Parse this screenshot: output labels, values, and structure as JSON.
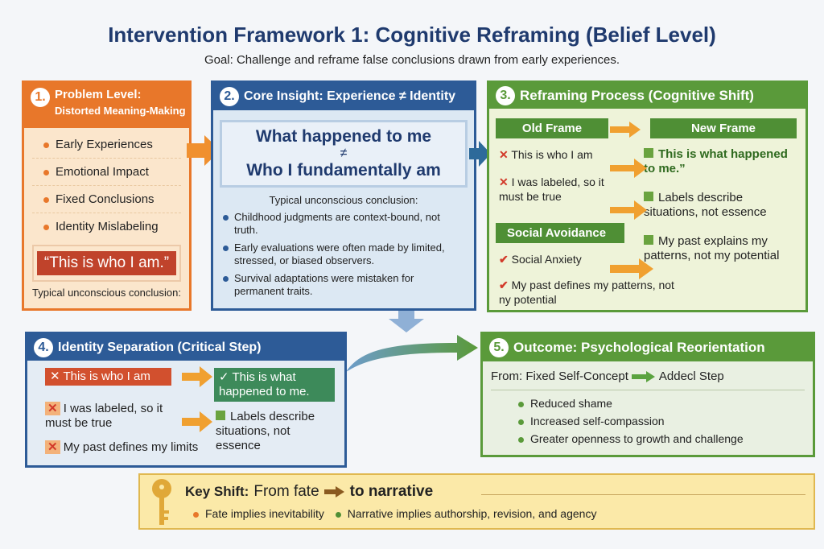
{
  "title": "Intervention Framework 1: Cognitive Reframing (Belief Level)",
  "goal": "Goal: Challenge and reframe false conclusions drawn from early experiences.",
  "panel1": {
    "num": "1.",
    "title": "Problem Level:",
    "subtitle": "Distorted Meaning-Making",
    "items": [
      "Early Experiences",
      "Emotional Impact",
      "Fixed Conclusions",
      "Identity Mislabeling"
    ],
    "quote": "“This is who I am.”",
    "caption": "Typical unconscious conclusion:"
  },
  "panel2": {
    "num": "2.",
    "title": "Core Insight: Experience ≠ Identity",
    "line1": "What happened to me",
    "neq": "≠",
    "line2": "Who I fundamentally am",
    "caption": "Typical unconscious conclusion:",
    "bullets": [
      "Childhood judgments are context-bound, not truth.",
      "Early evaluations were often made by limited, stressed, or biased observers.",
      "Survival adaptations were mistaken for permanent traits."
    ]
  },
  "panel3": {
    "num": "3.",
    "title": "Reframing Process (Cognitive Shift)",
    "old_label": "Old Frame",
    "new_label": "New Frame",
    "old": [
      "This is who I am",
      "I was labeled, so it must be true"
    ],
    "social_label": "Social Avoidance",
    "social": [
      "Social Anxiety",
      "My past defines my patterns, not ny potential"
    ],
    "new": [
      "This is what happened to me.”",
      "Labels describe situations, not essence",
      "My past explains my patterns, not my potential"
    ]
  },
  "panel4": {
    "num": "4.",
    "title": "Identity Separation (Critical Step)",
    "old": [
      "This is who I am",
      "I was labeled, so it must be true",
      "My past defines my limits"
    ],
    "new": [
      "This is what happened to me.",
      "Labels describe situations, not essence"
    ]
  },
  "panel5": {
    "num": "5.",
    "title": "Outcome: Psychological Reorientation",
    "from": "From: Fixed Self-Concept",
    "to": "Addecl Step",
    "bullets": [
      "Reduced shame",
      "Increased self-compassion",
      "Greater openness to growth and challenge"
    ]
  },
  "key": {
    "label": "Key Shift:",
    "from": "From fate",
    "to": "to narrative",
    "points": [
      "Fate implies inevitability",
      "Narrative implies authorship, revision, and agency"
    ]
  },
  "colors": {
    "orange": "#e8772a",
    "blue": "#2d5b97",
    "green": "#5a9a3a",
    "navy": "#1f3a6e"
  }
}
